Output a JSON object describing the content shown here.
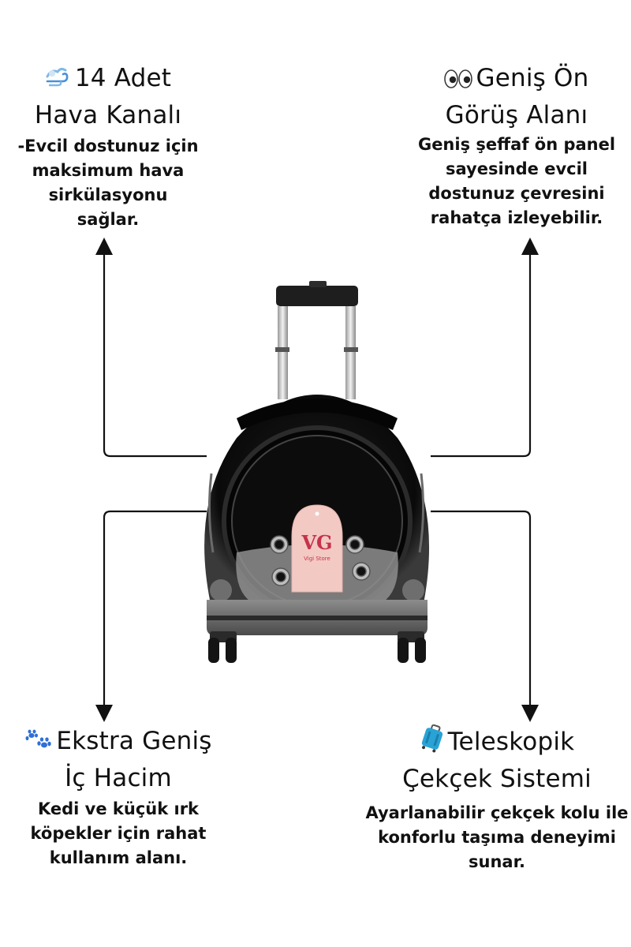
{
  "features": {
    "air": {
      "icon": "wind-icon",
      "title_line1": "14 Adet",
      "title_line2": "Hava Kanalı",
      "desc_line1": "-Evcil dostunuz için",
      "desc_line2": "maksimum hava",
      "desc_line3": "sirkülasyonu sağlar."
    },
    "view": {
      "icon": "eyes-icon",
      "title_line1": "Geniş Ön",
      "title_line2": "Görüş Alanı",
      "desc_line1": "Geniş şeffaf ön panel",
      "desc_line2": "sayesinde evcil",
      "desc_line3": "dostunuz çevresini",
      "desc_line4": "rahatça izleyebilir."
    },
    "volume": {
      "icon": "paw-prints-icon",
      "title_line1": "Ekstra Geniş",
      "title_line2": "İç Hacim",
      "desc_line1": "Kedi ve küçük ırk",
      "desc_line2": "köpekler için rahat",
      "desc_line3": "kullanım alanı."
    },
    "telescopic": {
      "icon": "luggage-icon",
      "title_line1": "Teleskopik",
      "title_line2": "Çekçek Sistemi",
      "desc_line1": "Ayarlanabilir çekçek kolu ile",
      "desc_line2": "konforlu taşıma deneyimi",
      "desc_line3": "sunar."
    }
  },
  "product": {
    "tag_logo": "VG",
    "tag_brand": "Vigi Store"
  },
  "colors": {
    "text": "#111111",
    "lines": "#111111",
    "tag_pink": "#f3c9c4",
    "logo_red": "#c6324a",
    "carrier_black": "#0d0d0d"
  }
}
